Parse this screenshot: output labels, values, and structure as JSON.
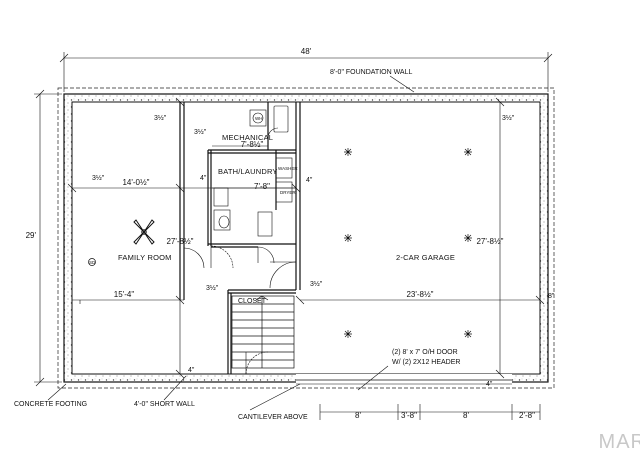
{
  "dimensions": {
    "overall_width": "48'",
    "overall_depth": "29'",
    "family_room_width": "14'-0½\"",
    "family_room_width_lower": "15'-4\"",
    "family_room_depth": "27'-8½\"",
    "garage_width": "23'-8½\"",
    "garage_depth": "27'-8½\"",
    "mech_width": "7'-8½\"",
    "bath_width": "7'-8\"",
    "wall_3_1": "3½\"",
    "wall_3_2": "3½\"",
    "wall_3_3": "3½\"",
    "wall_3_4": "3½\"",
    "wall_3_5": "3½\"",
    "wall_3_6": "3½\"",
    "wall_4_1": "4\"",
    "wall_4_2": "4\"",
    "wall_4_3": "4\"",
    "wall_4_4": "4\"",
    "wall_8": "8\"",
    "bottom_8ft": "8'",
    "bottom_3ft8": "3'-8\"",
    "bottom_8ft_b": "8'",
    "bottom_2ft8": "2'-8\""
  },
  "rooms": {
    "family_room": "FAMILY ROOM",
    "garage": "2-CAR GARAGE",
    "mechanical": "MECHANICAL",
    "bath_laundry": "BATH/LAUNDRY",
    "closet": "CLOSET"
  },
  "callouts": {
    "foundation_wall": "8'-0\" FOUNDATION WALL",
    "concrete_footing": "CONCRETE FOOTING",
    "short_wall": "4'-0\" SHORT WALL",
    "cantilever": "CANTILEVER ABOVE",
    "door_line1": "(2) 8' x 7' O/H DOOR",
    "door_line2": "W/ (2) 2X12 HEADER",
    "wh": "WH",
    "washer": "WASHER",
    "dryer": "DRYER",
    "smoke": "SD"
  },
  "watermark": "MAR"
}
